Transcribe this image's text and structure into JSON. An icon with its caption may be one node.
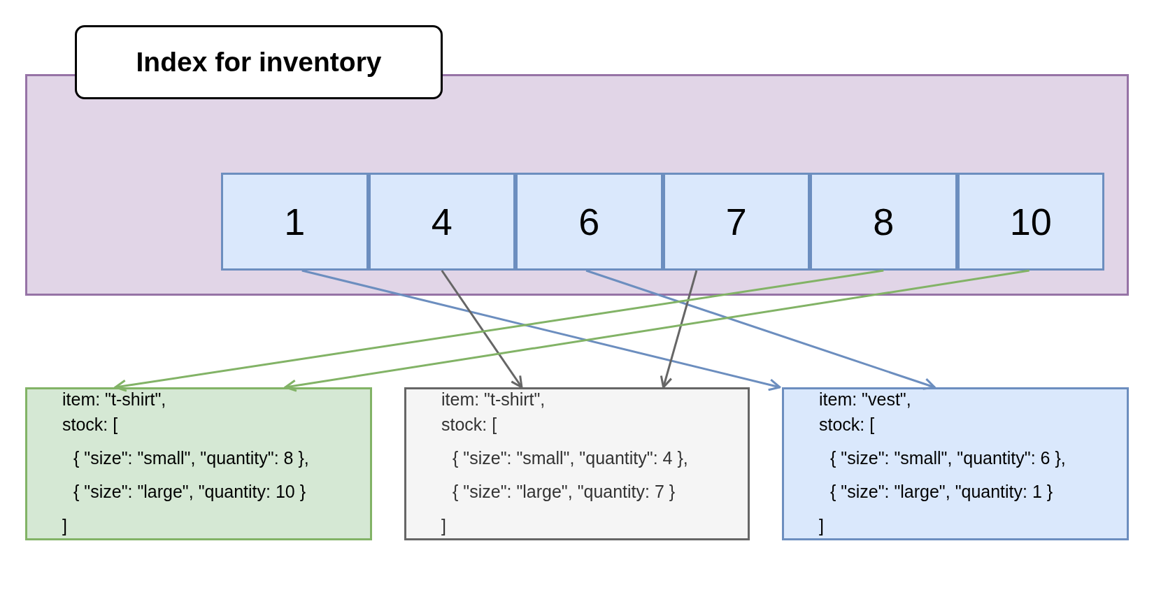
{
  "diagram": {
    "nodes": [
      {
        "text": [
          "Index for inventory"
        ]
      },
      {
        "text": [],
        "shape": "box"
      },
      {
        "text": [
          "1"
        ],
        "in": 1
      },
      {
        "text": [
          "4"
        ],
        "in": 1
      },
      {
        "text": [
          "6"
        ],
        "in": 1
      },
      {
        "text": [
          "7"
        ],
        "in": 1
      },
      {
        "text": [
          "8"
        ],
        "in": 1
      },
      {
        "text": [
          "10"
        ],
        "in": 1
      },
      {
        "text": [
          "item: \"t-shirt\",",
          "stock: [",
          "{ \"size\": \"small\", \"quantity\": 8 },",
          "{ \"size\": \"large\", \"quantity: 10 }",
          "]"
        ]
      },
      {
        "text": [
          "item: \"t-shirt\",",
          "stock: [",
          "{ \"size\": \"small\", \"quantity\": 4 },",
          "{ \"size\": \"large\", \"quantity: 7 }",
          "]"
        ]
      },
      {
        "text": [
          "item: \"vest\",",
          "stock: [",
          "{ \"size\": \"small\", \"quantity\": 6 },",
          "{ \"size\": \"large\", \"quantity: 1 }",
          "]"
        ]
      }
    ],
    "edges": [
      {
        "from": 2,
        "to": 10,
        "arrow": "to",
        "color": "#6c8ebf"
      },
      {
        "from": 3,
        "to": 9,
        "arrow": "to",
        "color": "#666666"
      },
      {
        "from": 4,
        "to": 10,
        "arrow": "to",
        "color": "#6c8ebf"
      },
      {
        "from": 5,
        "to": 9,
        "arrow": "to",
        "color": "#666666"
      },
      {
        "from": 6,
        "to": 8,
        "arrow": "to",
        "color": "#82b366"
      },
      {
        "from": 7,
        "to": 8,
        "arrow": "to",
        "color": "#82b366"
      }
    ]
  }
}
